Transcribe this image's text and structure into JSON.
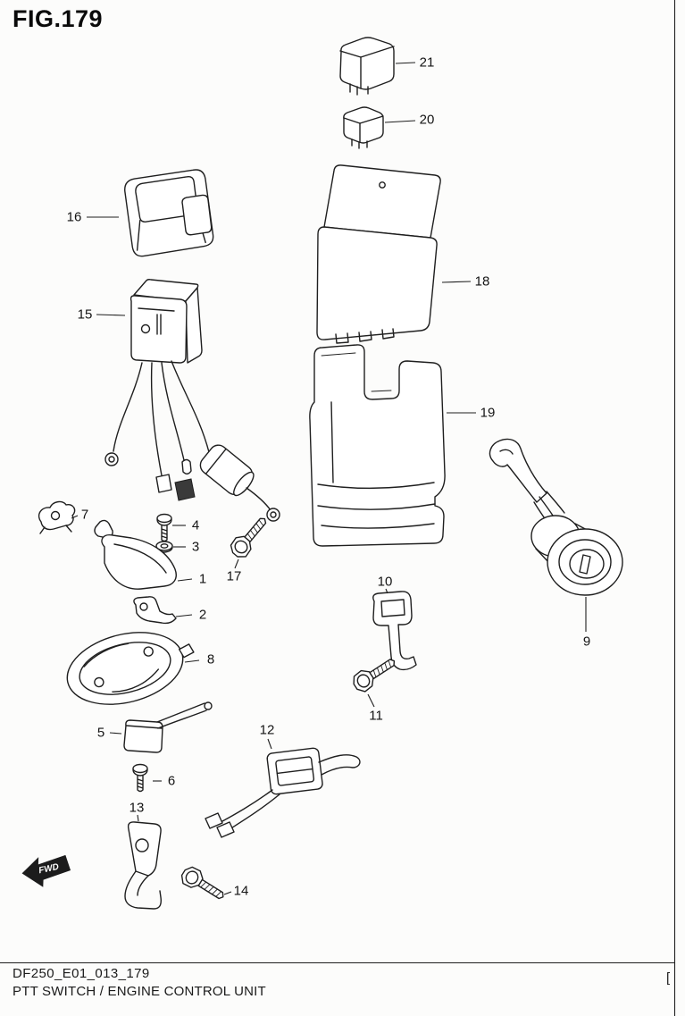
{
  "figure": {
    "title": "FIG.179",
    "code": "DF250_E01_013_179",
    "caption": "PTT SWITCH / ENGINE CONTROL UNIT",
    "page_bracket": "["
  },
  "fwd": {
    "label": "FWD"
  },
  "callouts": {
    "c1": {
      "label": "1"
    },
    "c2": {
      "label": "2"
    },
    "c3": {
      "label": "3"
    },
    "c4": {
      "label": "4"
    },
    "c5": {
      "label": "5"
    },
    "c6": {
      "label": "6"
    },
    "c7": {
      "label": "7"
    },
    "c8": {
      "label": "8"
    },
    "c9": {
      "label": "9"
    },
    "c10": {
      "label": "10"
    },
    "c11": {
      "label": "11"
    },
    "c12": {
      "label": "12"
    },
    "c13": {
      "label": "13"
    },
    "c14": {
      "label": "14"
    },
    "c15": {
      "label": "15"
    },
    "c16": {
      "label": "16"
    },
    "c17": {
      "label": "17"
    },
    "c18": {
      "label": "18"
    },
    "c19": {
      "label": "19"
    },
    "c20": {
      "label": "20"
    },
    "c21": {
      "label": "21"
    }
  }
}
